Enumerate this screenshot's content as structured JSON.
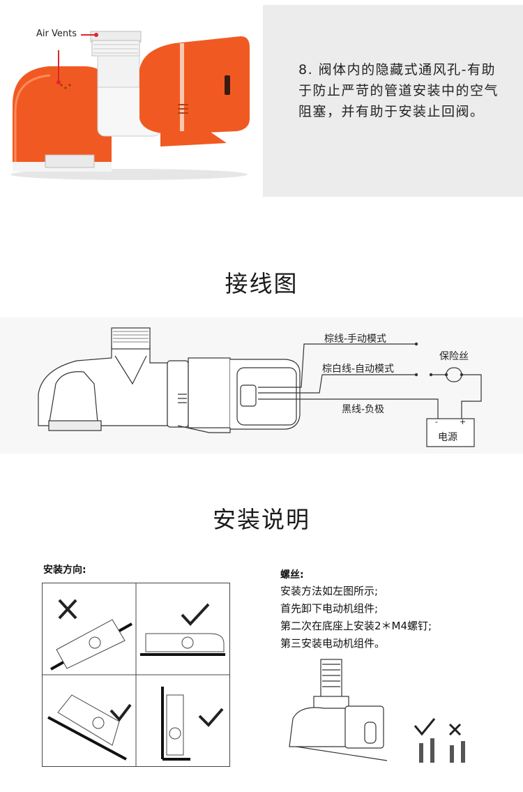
{
  "feature": {
    "air_vents_label": "Air Vents",
    "text": "8. 阀体内的隐藏式通风孔-有助于防止严苛的管道安装中的空气阻塞，并有助于安装止回阀。"
  },
  "wiring": {
    "title": "接线图",
    "brown_wire": "棕线-手动模式",
    "brown_white_wire": "棕白线-自动模式",
    "black_wire": "黑线-负极",
    "fuse": "保险丝",
    "power": "电源",
    "minus": "-",
    "plus": "+"
  },
  "installation": {
    "title": "安装说明",
    "direction_label": "安装方向:",
    "screw_title": "螺丝:",
    "screw_lines": [
      "安装方法如左图所示;",
      "首先卸下电动机组件;",
      "第二次在底座上安装2＊M4螺钉;",
      "第三安装电动机组件。"
    ]
  },
  "colors": {
    "accent_orange": "#f05a22",
    "panel_gray": "#ececec"
  }
}
